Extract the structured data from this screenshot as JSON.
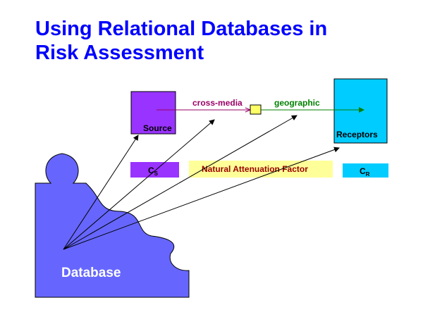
{
  "title": {
    "line1": "Using Relational Databases in",
    "line2": "Risk Assessment"
  },
  "diagram": {
    "source_label": "Source",
    "receptors_label": "Receptors",
    "cross_media_label": "cross-media",
    "geographic_label": "geographic",
    "cs_main": "C",
    "cs_sub": "S",
    "naf_label": "Natural Attenuation Factor",
    "cr_main": "C",
    "cr_sub": "R",
    "database_label": "Database"
  },
  "colors": {
    "title": "#0000ff",
    "source_box": "#9933ff",
    "receptors_box": "#00ccff",
    "cs_box": "#9933ff",
    "naf_box": "#ffff99",
    "naf_text": "#990000",
    "cr_box": "#00ccff",
    "database_shape": "#6666ff",
    "cross_media_text": "#990066",
    "geographic_text": "#008000",
    "connector_box": "#ffff66"
  }
}
